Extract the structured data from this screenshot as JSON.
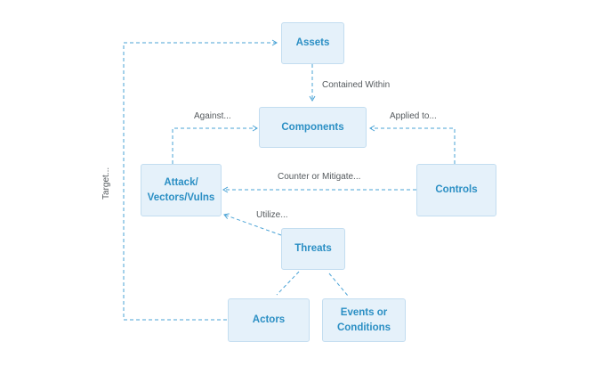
{
  "nodes": {
    "assets": "Assets",
    "components": "Components",
    "attack_line1": "Attack/",
    "attack_line2": "Vectors/Vulns",
    "controls": "Controls",
    "threats": "Threats",
    "actors": "Actors",
    "events_line1": "Events or",
    "events_line2": "Conditions"
  },
  "edge_labels": {
    "contained_within": "Contained Within",
    "against": "Against...",
    "applied_to": "Applied to...",
    "counter_mitigate": "Counter or Mitigate...",
    "utilize": "Utilize...",
    "target": "Target..."
  },
  "colors": {
    "node_fill": "#e5f1fa",
    "node_border": "#c3ddf0",
    "node_text": "#2b8fc4",
    "edge": "#4aa3d6",
    "label_text": "#555a5e"
  }
}
